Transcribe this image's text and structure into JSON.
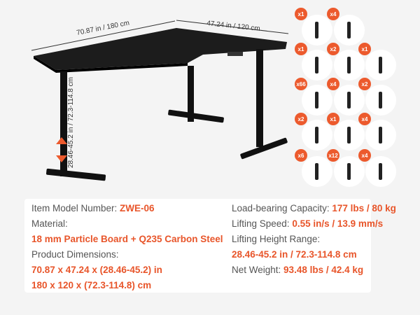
{
  "dimensions": {
    "width_label": "70.87 in / 180 cm",
    "depth_label": "47.24 in / 120 cm",
    "height_label": "28.46-45.2 in / 72.3-114.8 cm"
  },
  "parts": [
    {
      "qty": "x1",
      "icon": "allen-key-icon"
    },
    {
      "qty": "x4",
      "icon": "mounting-bracket-icon"
    },
    {
      "qty": "x1",
      "icon": "power-adapter-icon"
    },
    {
      "qty": "x2",
      "icon": "cable-icon"
    },
    {
      "qty": "x1",
      "icon": "screwdriver-icon"
    },
    {
      "qty": "x66",
      "icon": "bolt-icon"
    },
    {
      "qty": "x4",
      "icon": "flat-bolt-icon"
    },
    {
      "qty": "x2",
      "icon": "wood-screw-icon"
    },
    {
      "qty": "x2",
      "icon": "hook-icon"
    },
    {
      "qty": "x1",
      "icon": "grommet-icon"
    },
    {
      "qty": "x4",
      "icon": "anchor-icon"
    },
    {
      "qty": "x6",
      "icon": "long-screw-icon"
    },
    {
      "qty": "x12",
      "icon": "t-bolt-icon"
    },
    {
      "qty": "x4",
      "icon": "wood-dowel-icon"
    }
  ],
  "specs": {
    "model_label": "Item Model Number: ",
    "model_value": "ZWE-06",
    "material_label": "Material:",
    "material_value": "18 mm Particle Board + Q235 Carbon Steel",
    "dimensions_label": "Product Dimensions:",
    "dimensions_in": "70.87 x 47.24 x (28.46-45.2) in",
    "dimensions_cm": "180 x 120 x (72.3-114.8) cm",
    "capacity_label": "Load-bearing Capacity: ",
    "capacity_value": "177 lbs / 80 kg",
    "speed_label": "Lifting Speed: ",
    "speed_value": "0.55 in/s / 13.9 mm/s",
    "height_range_label": "Lifting Height Range:",
    "height_range_value": "28.46-45.2 in / 72.3-114.8 cm",
    "weight_label": "Net Weight: ",
    "weight_value": "93.48 lbs / 42.4 kg"
  },
  "colors": {
    "accent": "#e8552a",
    "desk": "#1c1c1c"
  }
}
